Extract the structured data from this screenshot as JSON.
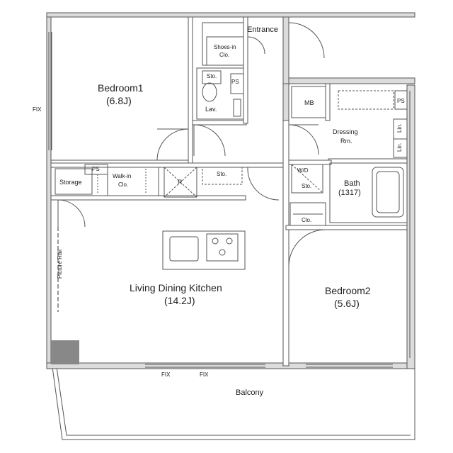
{
  "rooms": {
    "bedroom1": {
      "name": "Bedroom1",
      "area": "(6.8J)"
    },
    "bedroom2": {
      "name": "Bedroom2",
      "area": "(5.6J)"
    },
    "ldk": {
      "name": "Living Dining Kitchen",
      "area": "(14.2J)"
    },
    "bath": {
      "name": "Bath",
      "area": "(1317)"
    },
    "dressing": {
      "name": "Dressing",
      "sub": "Rm."
    },
    "entrance": "Entrance",
    "shoes": {
      "line1": "Shoes-in",
      "line2": "Clo."
    },
    "lav": "Lav.",
    "mb": "MB",
    "storage": "Storage",
    "walkin": {
      "line1": "Walk-in",
      "line2": "Clo."
    },
    "balcony": "Balcony",
    "clo": "Clo.",
    "wd": "W/D"
  },
  "labels": {
    "ps": "PS",
    "sto": "Sto.",
    "lin": "Lin.",
    "r": "R",
    "fix": "FIX",
    "picture_rail": "Picture Rail"
  }
}
